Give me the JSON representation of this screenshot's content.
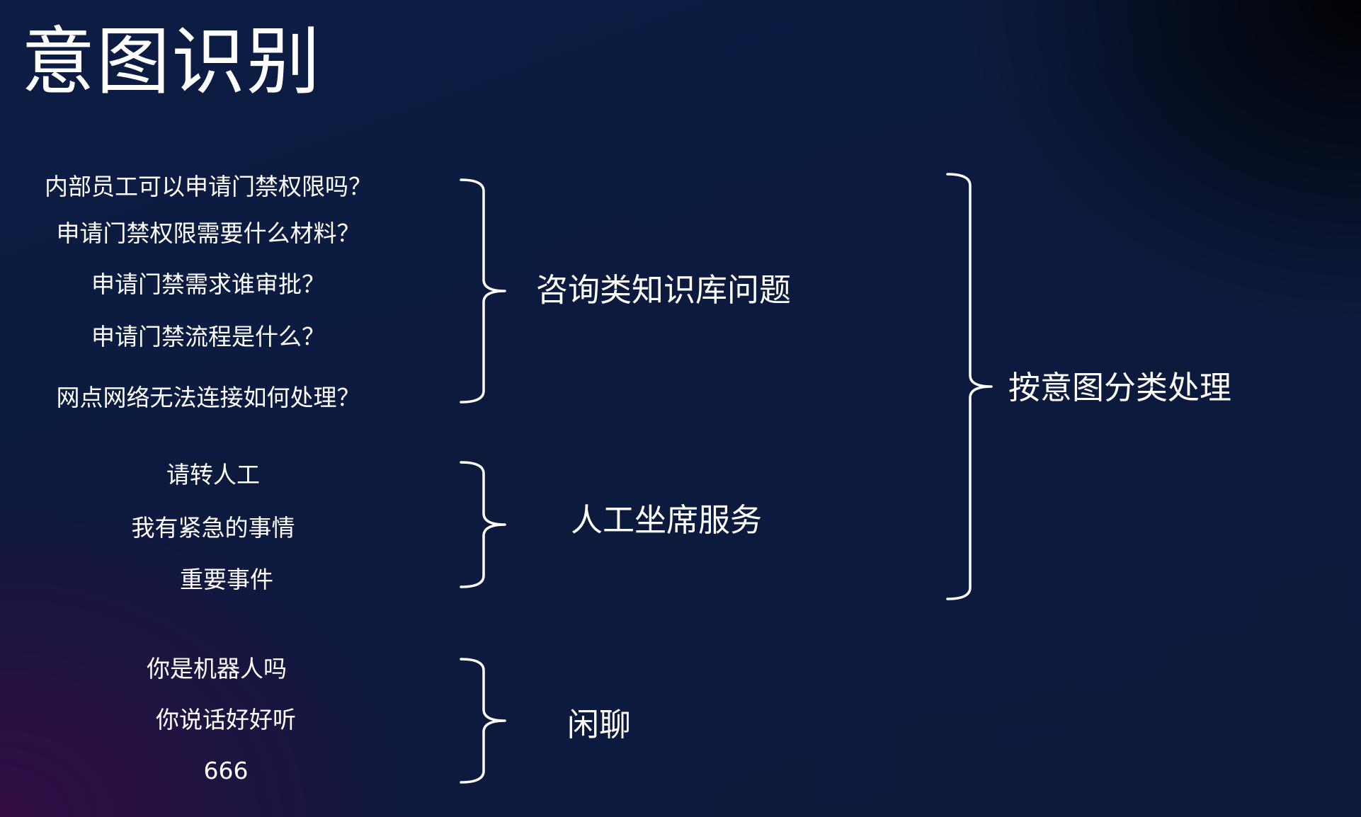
{
  "title": "意图识别",
  "groups": [
    {
      "category": "咨询类知识库问题",
      "questions": [
        "内部员工可以申请门禁权限吗？",
        "申请门禁权限需要什么材料？",
        "申请门禁需求谁审批？",
        "申请门禁流程是什么？",
        "网点网络无法连接如何处理？"
      ]
    },
    {
      "category": "人工坐席服务",
      "questions": [
        "请转人工",
        "我有紧急的事情",
        "重要事件"
      ]
    },
    {
      "category": "闲聊",
      "questions": [
        "你是机器人吗",
        "你说话好好听",
        "666"
      ]
    }
  ],
  "summary": "按意图分类处理",
  "colors": {
    "text": "#ffffff",
    "background": "#0f1c3f"
  }
}
